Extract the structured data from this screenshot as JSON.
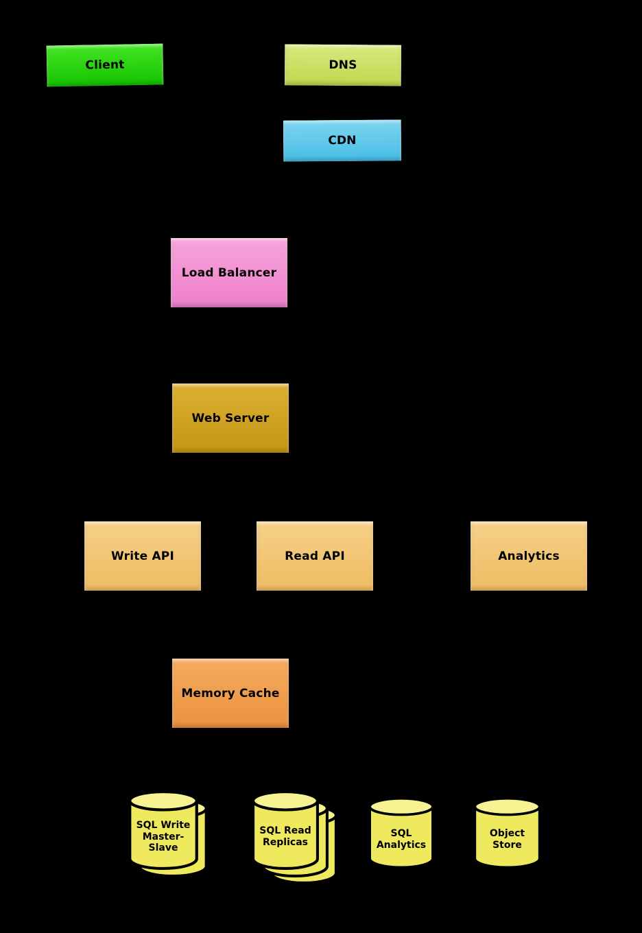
{
  "canvas": {
    "background": "#000000"
  },
  "nodes": {
    "client": {
      "label": "Client",
      "top": "#44e524",
      "bottom": "#14c300"
    },
    "dns": {
      "label": "DNS",
      "top": "#d9e87f",
      "bottom": "#bfd84d"
    },
    "cdn": {
      "label": "CDN",
      "top": "#7ed5f0",
      "bottom": "#46bde5"
    },
    "load_balancer": {
      "label": "Load Balancer",
      "top": "#f7a4dc",
      "bottom": "#ee7fca"
    },
    "web_server": {
      "label": "Web Server",
      "top": "#ddb032",
      "bottom": "#c49614"
    },
    "write_api": {
      "label": "Write API",
      "top": "#f6d089",
      "bottom": "#efbc62"
    },
    "read_api": {
      "label": "Read API",
      "top": "#f6d089",
      "bottom": "#efbc62"
    },
    "analytics": {
      "label": "Analytics",
      "top": "#f6d089",
      "bottom": "#efbc62"
    },
    "memory_cache": {
      "label": "Memory Cache",
      "top": "#f4ab60",
      "bottom": "#eb923e"
    },
    "sql_write": {
      "label": "SQL Write Master-Slave",
      "top": "#f8f392",
      "bottom": "#efe95e"
    },
    "sql_read": {
      "label": "SQL Read Replicas",
      "top": "#f8f392",
      "bottom": "#efe95e"
    },
    "sql_analytics": {
      "label": "SQL Analytics",
      "top": "#f8f392",
      "bottom": "#efe95e"
    },
    "object_store": {
      "label": "Object Store",
      "top": "#f8f392",
      "bottom": "#efe95e"
    }
  }
}
